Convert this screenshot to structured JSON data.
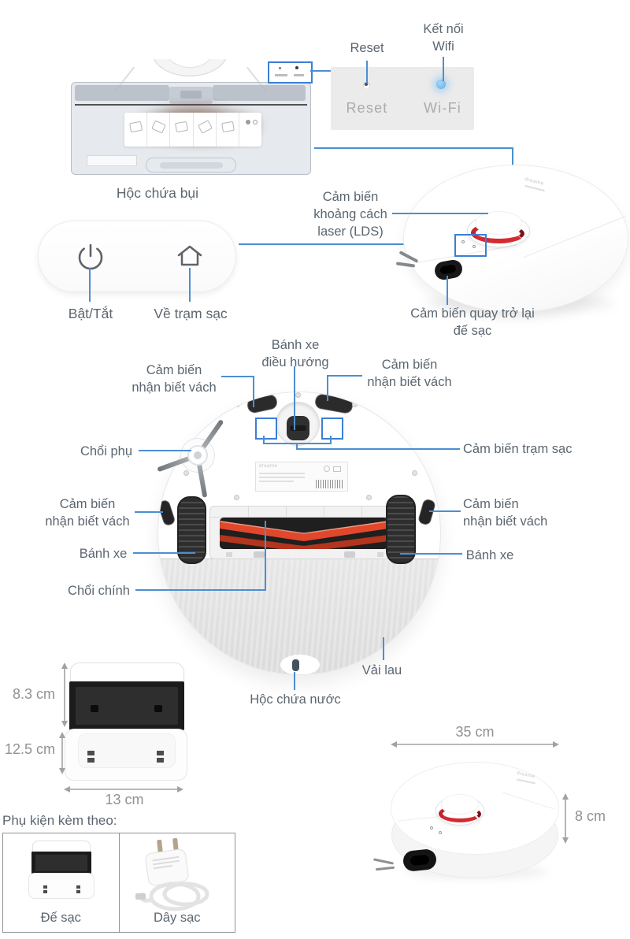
{
  "brand": "dreame",
  "colors": {
    "line_blue": "#4a8fd3",
    "highlight_blue": "#3b7fd4",
    "led_blue": "#7fc4f2",
    "brush_orange": "#e1472a",
    "accent_red": "#d42b33",
    "label_gray": "#5c6670"
  },
  "dustbin": {
    "caption": "Hộc chứa bụi"
  },
  "callouts": {
    "reset": "Reset",
    "wifi": [
      "Kết nối",
      "Wifi"
    ]
  },
  "panel": {
    "reset": "Reset",
    "wifi": "Wi-Fi"
  },
  "control": {
    "power": "Bật/Tắt",
    "home": "Về trạm sạc"
  },
  "top_view": {
    "lds": [
      "Cảm biến",
      "khoảng cách",
      "laser (LDS)"
    ],
    "return_dock": [
      "Cảm biến quay trở lại",
      "đế sạc"
    ]
  },
  "bottom_view": {
    "nav_wheel": [
      "Bánh xe",
      "điều hướng"
    ],
    "cliff_tl": [
      "Cảm biến",
      "nhận biết vách"
    ],
    "cliff_tr": [
      "Cảm biến",
      "nhận biết vách"
    ],
    "side_brush": "Chổi phụ",
    "dock_sensor": "Cảm biến trạm sạc",
    "cliff_left": [
      "Cảm biến",
      "nhận biết vách"
    ],
    "cliff_right": [
      "Cảm biến",
      "nhận biết vách"
    ],
    "wheel_left": "Bánh xe",
    "wheel_right": "Bánh xe",
    "main_brush": "Chổi chính",
    "mop": "Vải lau",
    "water_tank": "Hộc chứa nước"
  },
  "dims": {
    "dock_upper": "8.3 cm",
    "dock_lower": "12.5 cm",
    "dock_width": "13 cm",
    "robot_width": "35 cm",
    "robot_height": "8 cm"
  },
  "accessories": {
    "heading": "Phụ kiện kèm theo:",
    "items": [
      {
        "label": "Đế sạc"
      },
      {
        "label": "Dây sạc"
      }
    ]
  }
}
